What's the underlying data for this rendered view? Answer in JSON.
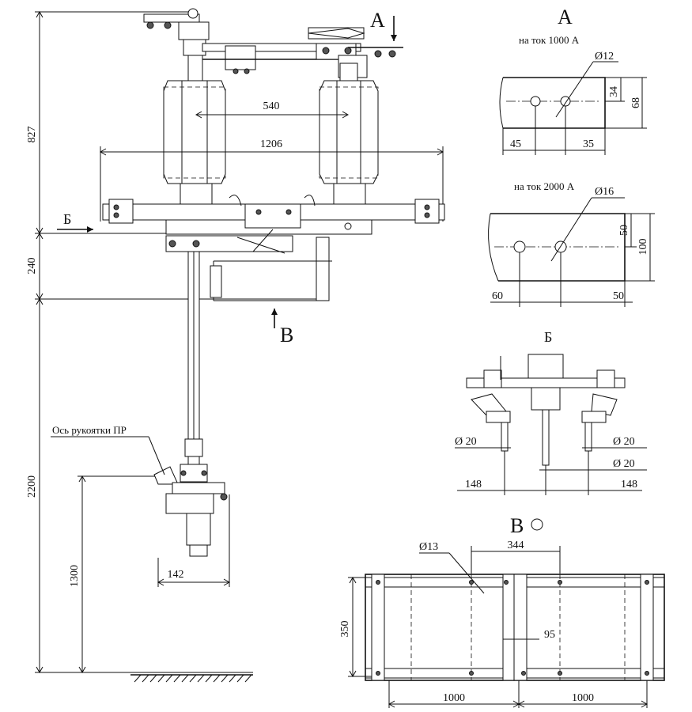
{
  "dimensions": {
    "d827": "827",
    "d240": "240",
    "d2200": "2200",
    "d1300": "1300",
    "d142": "142",
    "d540": "540",
    "d1206": "1206",
    "a_d12": "Ø12",
    "a_34": "34",
    "a_68": "68",
    "a_45": "45",
    "a_35": "35",
    "a_d16": "Ø16",
    "a_50v": "50",
    "a_100": "100",
    "a_60": "60",
    "a_50h": "50",
    "b_d20_left": "Ø 20",
    "b_d20_right": "Ø 20",
    "b_d20_center": "Ø 20",
    "b_148_left": "148",
    "b_148_right": "148",
    "v_d13": "Ø13",
    "v_344": "344",
    "v_350": "350",
    "v_95": "95",
    "v_1000_left": "1000",
    "v_1000_right": "1000"
  },
  "labels": {
    "view_a_marker": "А",
    "view_b_marker": "Б",
    "view_v_marker": "В",
    "view_a_title": "А",
    "view_b_title": "Б",
    "view_v_title": "В",
    "current_1000": "на ток 1000 А",
    "current_2000": "на ток 2000 А",
    "handle_axis": "Ось рукоятки ПР"
  }
}
